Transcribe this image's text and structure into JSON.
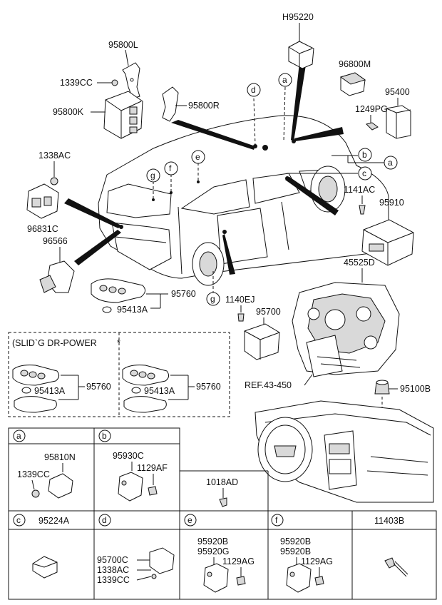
{
  "parts": {
    "h95220": "H95220",
    "p95800l": "95800L",
    "p1339cc_top": "1339CC",
    "p95800k": "95800K",
    "p95800r": "95800R",
    "p96800m": "96800M",
    "p95400": "95400",
    "p1249pg": "1249PG",
    "p1338ac": "1338AC",
    "p96831c": "96831C",
    "p96566": "96566",
    "p1141ac": "1141AC",
    "p95910": "95910",
    "p45525d": "45525D",
    "p95760_main": "95760",
    "p95413a_main": "95413A",
    "p1140ej": "1140EJ",
    "p95700": "95700",
    "p95760_box1": "95760",
    "p95413a_box1": "95413A",
    "p95760_box2": "95760",
    "p95413a_box2": "95413A",
    "ref": "REF.43-450",
    "p95100b": "95100B"
  },
  "slide_door_label": "(SLID`G DR-POWER",
  "callouts": {
    "a": "a",
    "b": "b",
    "c": "c",
    "d": "d",
    "e": "e",
    "f": "f",
    "g": "g"
  },
  "table": {
    "a": {
      "letter": "a",
      "part1": "95810N",
      "part2": "1339CC"
    },
    "b": {
      "letter": "b",
      "part1": "95930C",
      "part2": "1129AF"
    },
    "b2": {
      "part1": "1018AD"
    },
    "c": {
      "letter": "c",
      "header": "95224A"
    },
    "d": {
      "letter": "d",
      "part1": "95700C",
      "part2": "1338AC",
      "part3": "1339CC"
    },
    "e": {
      "letter": "e",
      "part1": "95920B",
      "part2": "95920G",
      "part3": "1129AG"
    },
    "f": {
      "letter": "f",
      "part1": "95920B",
      "part2": "95920B",
      "part3": "1129AG"
    },
    "g": {
      "header": "11403B"
    }
  }
}
